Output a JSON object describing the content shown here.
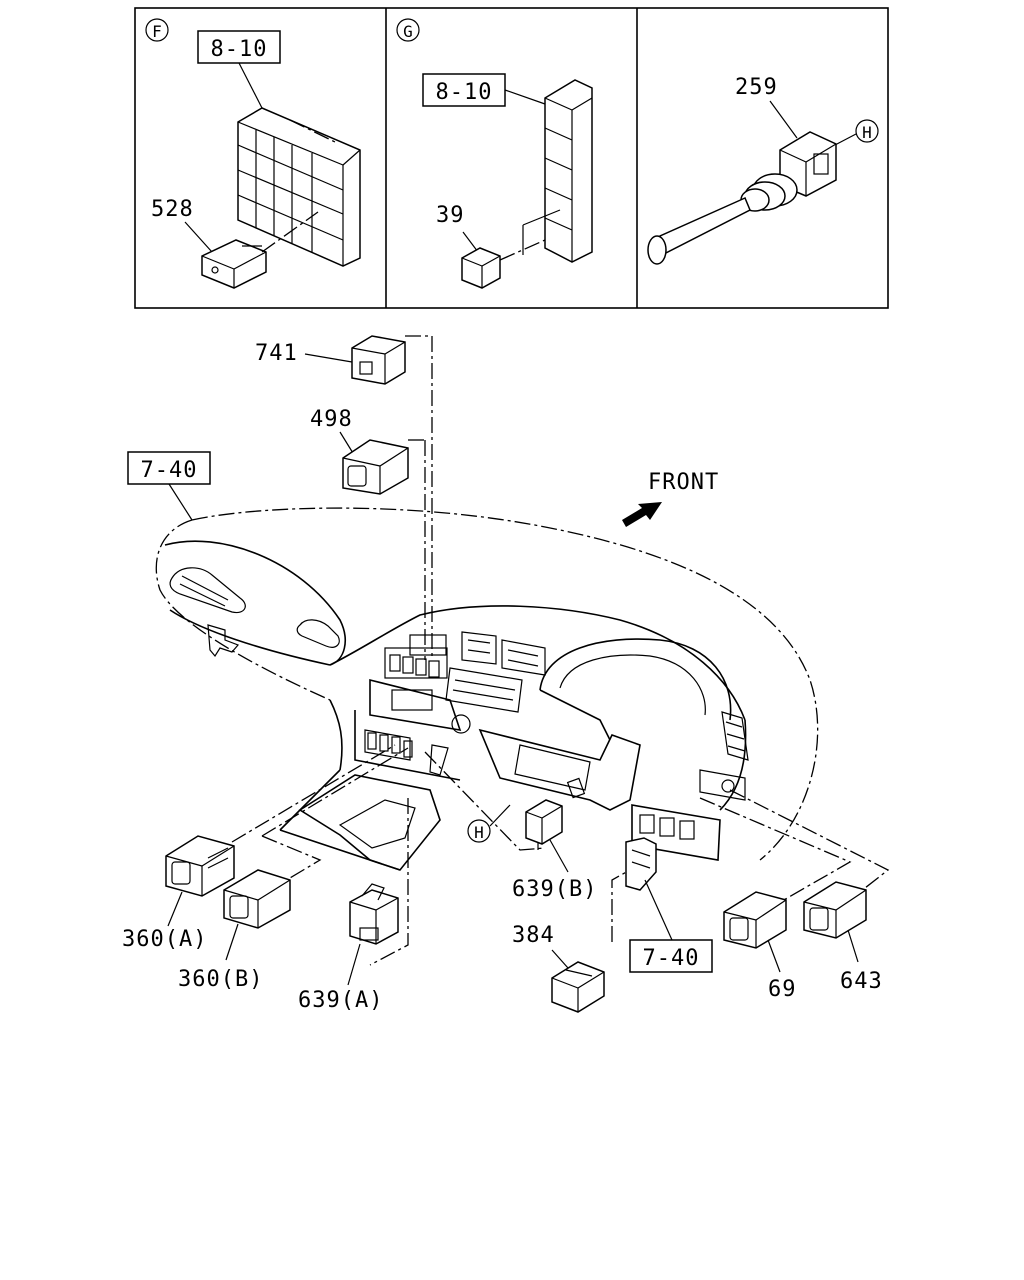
{
  "insets": {
    "f": {
      "marker": "F",
      "ref": "8-10",
      "part": "528"
    },
    "g": {
      "marker": "G",
      "ref": "8-10",
      "part": "39"
    },
    "h": {
      "part": "259",
      "marker": "H"
    }
  },
  "main": {
    "front_label": "FRONT",
    "dash_ref": "7-40",
    "connector_ref": "7-40",
    "h_marker": "H",
    "parts": {
      "p741": "741",
      "p498": "498",
      "p360a": "360(A)",
      "p360b": "360(B)",
      "p639a": "639(A)",
      "p639b": "639(B)",
      "p384": "384",
      "p69": "69",
      "p643": "643"
    }
  }
}
